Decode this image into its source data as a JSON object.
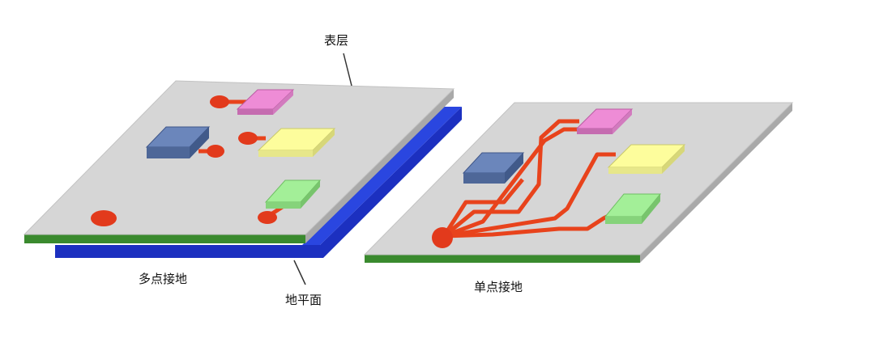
{
  "labels": {
    "surface_layer": "表层",
    "multi_point_ground": "多点接地",
    "ground_plane": "地平面",
    "single_point_ground": "单点接地"
  },
  "colors": {
    "board_top": "#d6d6d6",
    "board_edge_green": "#3a8a2e",
    "board_edge_gray": "#a9a9a9",
    "ground_plane_blue": "#1f35c9",
    "trace_red": "#e8431c",
    "pad_red": "#e23a1c",
    "chip_pink": "#ee8cd6",
    "chip_yellow": "#fdfd9c",
    "chip_green": "#a3ef98",
    "chip_blue": "#5470a6",
    "leader_line": "#333333"
  },
  "icons": [
    "pcb-board-multipoint",
    "pcb-board-singlepoint",
    "ground-plane"
  ]
}
